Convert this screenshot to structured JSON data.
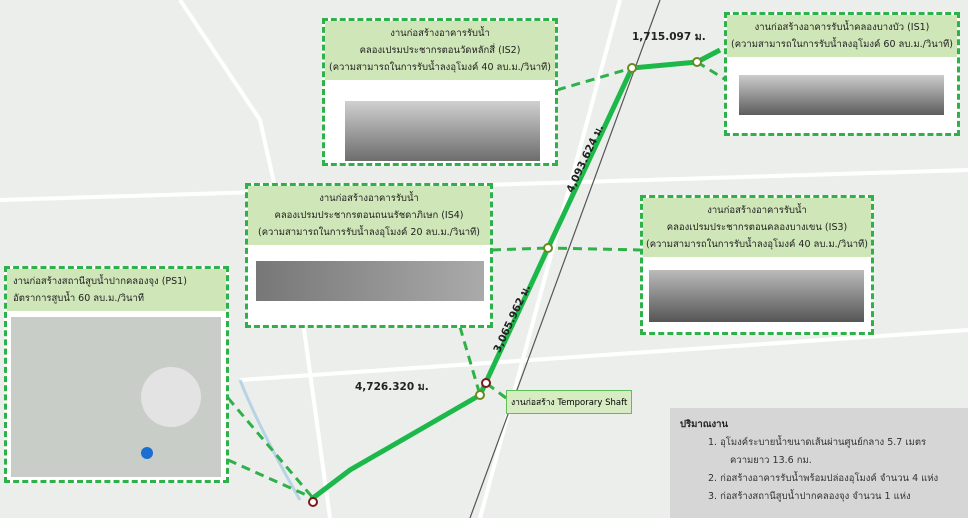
{
  "colors": {
    "route": "#1db84a",
    "box_header": "#cfe6b8",
    "dash": "#2fb14a"
  },
  "segments": [
    "1,715.097 ม.",
    "4,093.624 ม.",
    "3,065.962 ม.",
    "4,726.320 ม."
  ],
  "is2": {
    "l1": "งานก่อสร้างอาคารรับน้ำ",
    "l2": "คลองเปรมประชากรตอนวัดหลักสี่ (IS2)",
    "l3": "(ความสามารถในการรับน้ำลงอุโมงค์ 40 ลบ.ม./วินาที)"
  },
  "is1": {
    "l1": "งานก่อสร้างอาคารรับน้ำคลองบางบัว (IS1)",
    "l2": "(ความสามารถในการรับน้ำลงอุโมงค์ 60 ลบ.ม./วินาที)"
  },
  "is4": {
    "l1": "งานก่อสร้างอาคารรับน้ำ",
    "l2": "คลองเปรมประชากรตอนถนนรัชดาภิเษก (IS4)",
    "l3": "(ความสามารถในการรับน้ำลงอุโมงค์ 20 ลบ.ม./วินาที)"
  },
  "is3": {
    "l1": "งานก่อสร้างอาคารรับน้ำ",
    "l2": "คลองเปรมประชากรตอนคลองบางเขน (IS3)",
    "l3": "(ความสามารถในการรับน้ำลงอุโมงค์ 40 ลบ.ม./วินาที)"
  },
  "ps1": {
    "l1": "งานก่อสร้างสถานีสูบน้ำปากคลองจุง (PS1)",
    "l2": "อัตราการสูบน้ำ 60 ลบ.ม./วินาที"
  },
  "shaft": "งานก่อสร้าง Temporary Shaft",
  "quantity": {
    "title": "ปริมาณงาน",
    "items": [
      "1. อุโมงค์ระบายน้ำขนาดเส้นผ่านศูนย์กลาง 5.7 เมตร",
      "ความยาว 13.6 กม.",
      "2. ก่อสร้างอาคารรับน้ำพร้อมปล่องอุโมงค์ จำนวน 4 แห่ง",
      "3. ก่อสร้างสถานีสูบน้ำปากคลองจุง จำนวน 1 แห่ง"
    ]
  }
}
